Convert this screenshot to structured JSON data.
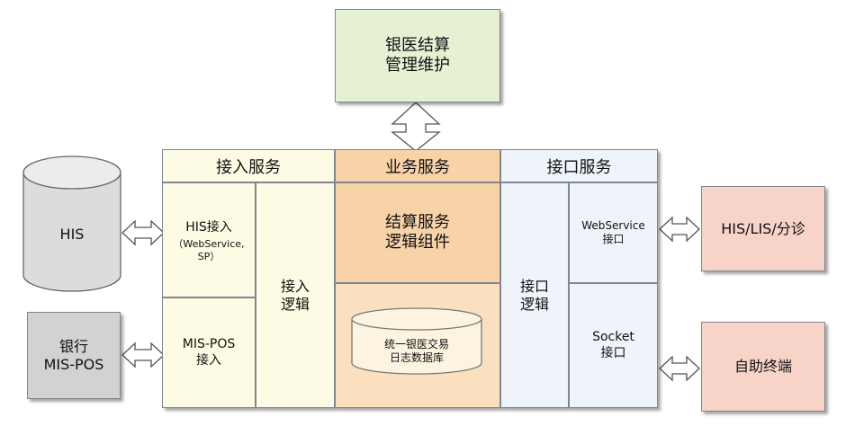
{
  "mgmt": "银医结算\n管理维护",
  "headers": {
    "access": "接入服务",
    "business": "业务服务",
    "interface": "接口服务"
  },
  "access": {
    "his_title": "HIS接入",
    "his_sub": "（WebService,\nSP）",
    "mispos": "MIS-POS\n接入",
    "logic": "接入\n逻辑"
  },
  "business": {
    "settlement": "结算服务\n逻辑组件",
    "db": "统一银医交易\n日志数据库"
  },
  "interface": {
    "logic": "接口\n逻辑",
    "webservice": "WebService\n接口",
    "socket": "Socket\n接口"
  },
  "left": {
    "his": "HIS",
    "bank": "银行\nMIS-POS"
  },
  "right": {
    "his_lis": "HIS/LIS/分诊",
    "kiosk": "自助终端"
  },
  "colors": {
    "green": "#e6f1d4",
    "cream": "#fdfbe3",
    "orange": "#f9d3a8",
    "orange_light": "#fbe0c0",
    "blue": "#eef4fa",
    "pink": "#f7d3c8",
    "gray": "#d2d2d2",
    "border": "#7f8792"
  }
}
